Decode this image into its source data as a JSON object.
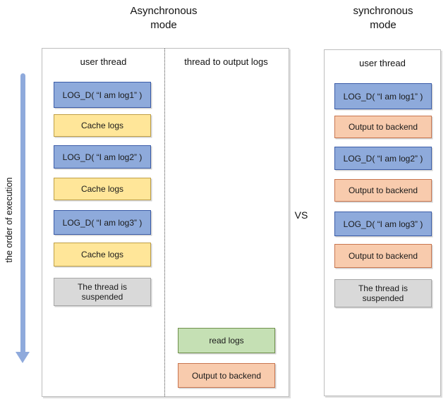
{
  "titles": {
    "async": {
      "line1": "Asynchronous",
      "line2": "mode"
    },
    "sync": {
      "line1": "synchronous",
      "line2": "mode"
    }
  },
  "vs_label": "VS",
  "execution_axis": {
    "label": "the order of execution"
  },
  "async_panel": {
    "user_thread": {
      "header": "user thread",
      "boxes": [
        {
          "label": "LOG_D( “I am log1” )"
        },
        {
          "label": "Cache logs"
        },
        {
          "label": "LOG_D( “I am log2” )"
        },
        {
          "label": "Cache logs"
        },
        {
          "label": "LOG_D( “I am log3” )"
        },
        {
          "label": "Cache logs"
        },
        {
          "label": "The thread is suspended"
        }
      ]
    },
    "output_thread": {
      "header": "thread to output logs",
      "boxes": [
        {
          "label": "read logs"
        },
        {
          "label": "Output to backend"
        }
      ]
    }
  },
  "sync_panel": {
    "user_thread": {
      "header": "user thread",
      "boxes": [
        {
          "label": "LOG_D( “I am log1” )"
        },
        {
          "label": "Output to backend"
        },
        {
          "label": "LOG_D( “I am log2” )"
        },
        {
          "label": "Output to backend"
        },
        {
          "label": "LOG_D( “I am log3” )"
        },
        {
          "label": "Output to backend"
        },
        {
          "label": "The thread is suspended"
        }
      ]
    }
  },
  "colors": {
    "log_fill": "#8EAADB",
    "log_border": "#3B5CA8",
    "cache_fill": "#FFE699",
    "cache_border": "#BF9F46",
    "suspend_fill": "#D9D9D9",
    "suspend_border": "#A6A6A6",
    "read_fill": "#C5E0B4",
    "read_border": "#70914C",
    "output_fill": "#F8CBAD",
    "output_border": "#C87650",
    "arrow": "#8FAADC"
  }
}
